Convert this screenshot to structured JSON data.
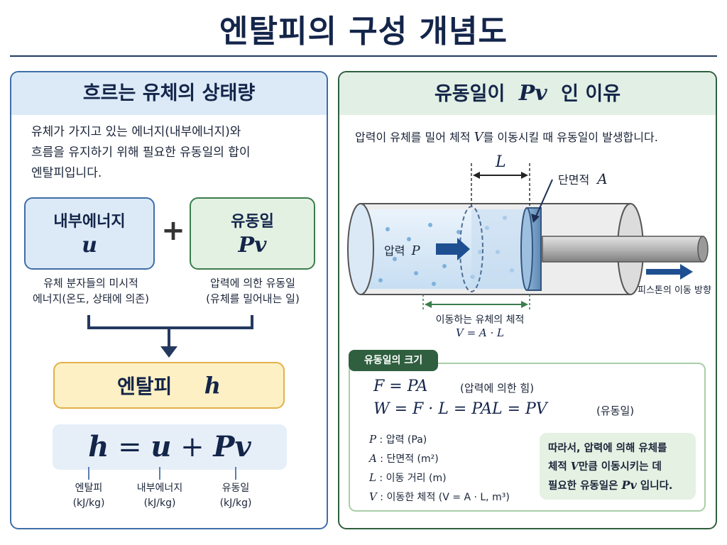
{
  "title": "엔탈피의 구성 개념도",
  "left_panel": {
    "header": "흐르는 유체의 상태량",
    "intro_lines": [
      "유체가 가지고 있는 에너지(내부에너지)와",
      "흐름을 유지하기 위해 필요한 유동일의 합이",
      "엔탈피입니다."
    ],
    "internal_energy": {
      "title": "내부에너지",
      "symbol": "u",
      "caption_lines": [
        "유체 분자들의 미시적",
        "에너지(온도, 상태에 의존)"
      ]
    },
    "plus": "+",
    "flow_work": {
      "title": "유동일",
      "symbol": "Pv",
      "caption_lines": [
        "압력에 의한 유동일",
        "(유체를 밀어내는 일)"
      ]
    },
    "enthalpy": {
      "title": "엔탈피",
      "symbol": "h"
    },
    "equation": {
      "h": "h",
      "eq": "=",
      "u": "u",
      "plus": "+",
      "pv": "Pv"
    },
    "labels": [
      {
        "name": "엔탈피",
        "unit": "(kJ/kg)"
      },
      {
        "name": "내부에너지",
        "unit": "(kJ/kg)"
      },
      {
        "name": "유동일",
        "unit": "(kJ/kg)"
      }
    ]
  },
  "right_panel": {
    "header_pre": "유동일이",
    "header_sym": "Pv",
    "header_post": "인 이유",
    "intro_pre": "압력이 유체를 밀어 체적",
    "intro_sym": "V",
    "intro_post": "를 이동시킬 때 유동일이 발생합니다.",
    "diagram": {
      "length_label": "L",
      "area_label_text": "단면적",
      "area_label_sym": "A",
      "pressure_label_text": "압력",
      "pressure_label_sym": "P",
      "piston_direction": "피스톤의 이동 방향",
      "moved_volume_label": "이동하는 유체의 체적",
      "moved_volume_eq": "V = A · L"
    },
    "size": {
      "tag": "유동일의 크기",
      "f1": "F = PA",
      "f1_note": "(압력에 의한 힘)",
      "f2": "W = F · L = PAL = PV",
      "f2_note": "(유동일)",
      "defs": [
        {
          "sym": "P",
          "colon": ":",
          "text": "압력  (Pa)"
        },
        {
          "sym": "A",
          "colon": ":",
          "text": "단면적  (m²)"
        },
        {
          "sym": "L",
          "colon": ":",
          "text": "이동 거리  (m)"
        },
        {
          "sym": "V",
          "colon": ":",
          "text": "이동한 체적  (V = A · L,  m³)"
        }
      ],
      "conclusion": {
        "line1": "따라서, 압력에 의해 유체를",
        "line2_pre": "체적",
        "line2_sym": "V",
        "line2_post": "만큼 이동시키는 데",
        "line3_pre": "필요한 유동일은",
        "line3_sym": "Pv",
        "line3_post": "입니다."
      }
    }
  },
  "colors": {
    "navy": "#14254a",
    "blue_border": "#3f6ea7",
    "green_border": "#2f5f3f",
    "yellow_fill": "#fdf0c4",
    "arrow_blue": "#1d4f91"
  }
}
